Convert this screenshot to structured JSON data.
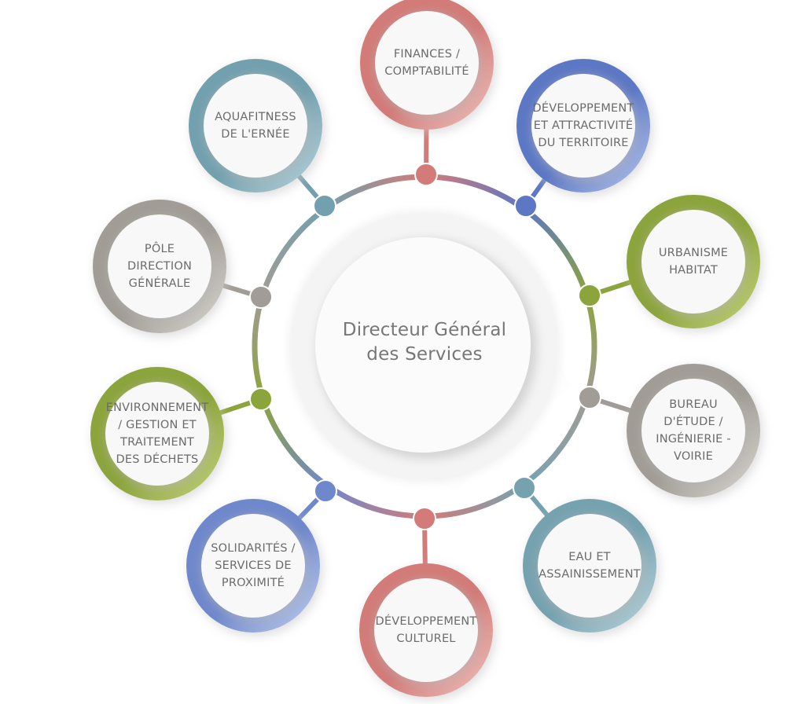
{
  "center": {
    "lines": [
      "Directeur Général",
      "des Services"
    ]
  },
  "nodes": [
    {
      "id": "finances",
      "lines": [
        "FINANCES /",
        "COMPTABILITÉ"
      ],
      "color": "#d27b78",
      "color_light": "#f0c4c0"
    },
    {
      "id": "developpement-territoire",
      "lines": [
        "DÉVELOPPEMENT",
        "ET ATTRACTIVITÉ",
        "DU TERRITOIRE"
      ],
      "color": "#5c77c4",
      "color_light": "#b9c8ee"
    },
    {
      "id": "urbanisme",
      "lines": [
        "URBANISME",
        "HABITAT"
      ],
      "color": "#8ca43c",
      "color_light": "#c4d47c"
    },
    {
      "id": "bureau-etude",
      "lines": [
        "BUREAU",
        "D'ÉTUDE /",
        "INGÉNIERIE -",
        "VOIRIE"
      ],
      "color": "#a19c95",
      "color_light": "#dcd9d4"
    },
    {
      "id": "eau",
      "lines": [
        "EAU ET",
        "ASSAINISSEMENT"
      ],
      "color": "#76a2b0",
      "color_light": "#bcd6de"
    },
    {
      "id": "developpement-culturel",
      "lines": [
        "DÉVELOPPEMENT",
        "CULTUREL"
      ],
      "color": "#d27b78",
      "color_light": "#f0c4c0"
    },
    {
      "id": "solidarites",
      "lines": [
        "SOLIDARITÉS /",
        "SERVICES DE",
        "PROXIMITÉ"
      ],
      "color": "#6f88cc",
      "color_light": "#c4d0f0"
    },
    {
      "id": "environnement",
      "lines": [
        "ENVIRONNEMENT",
        "/ GESTION ET",
        "TRAITEMENT",
        "DES DÉCHETS"
      ],
      "color": "#8ca43c",
      "color_light": "#c4d47c"
    },
    {
      "id": "pole-direction",
      "lines": [
        "PÔLE",
        "DIRECTION",
        "GÉNÉRALE"
      ],
      "color": "#a19c95",
      "color_light": "#dcd9d4"
    },
    {
      "id": "aquafitness",
      "lines": [
        "AQUAFITNESS",
        "DE L'ERNÉE"
      ],
      "color": "#72a0ae",
      "color_light": "#bcd6de"
    }
  ],
  "colors": {
    "text": "#6b6b6b",
    "center_text": "#777777",
    "center_fill": "#f7f7f7",
    "center_shadow": "#d9d9d9"
  }
}
